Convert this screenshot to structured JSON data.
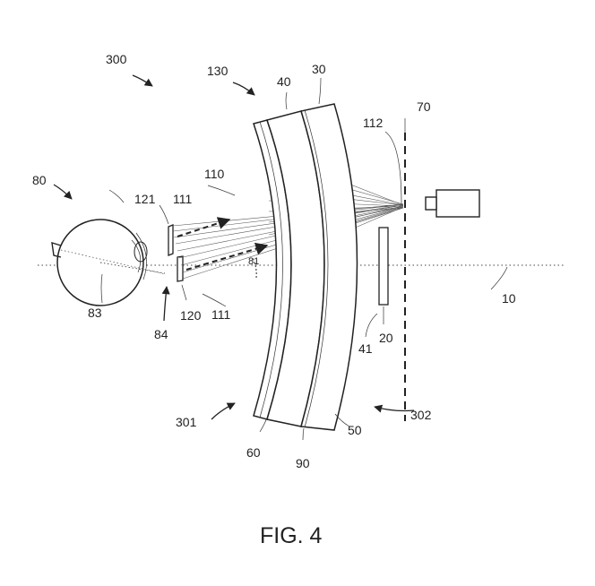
{
  "figure": {
    "caption": "FIG. 4",
    "labels": {
      "l300": "300",
      "l130": "130",
      "l40": "40",
      "l30": "30",
      "l112": "112",
      "l70": "70",
      "l80": "80",
      "l121": "121",
      "l111a": "111",
      "l110": "110",
      "l81": "81",
      "l120": "120",
      "l111b": "111",
      "l83": "83",
      "l84": "84",
      "l10": "10",
      "l41": "41",
      "l20": "20",
      "l301": "301",
      "l302": "302",
      "l60": "60",
      "l90": "90",
      "l50": "50"
    }
  }
}
